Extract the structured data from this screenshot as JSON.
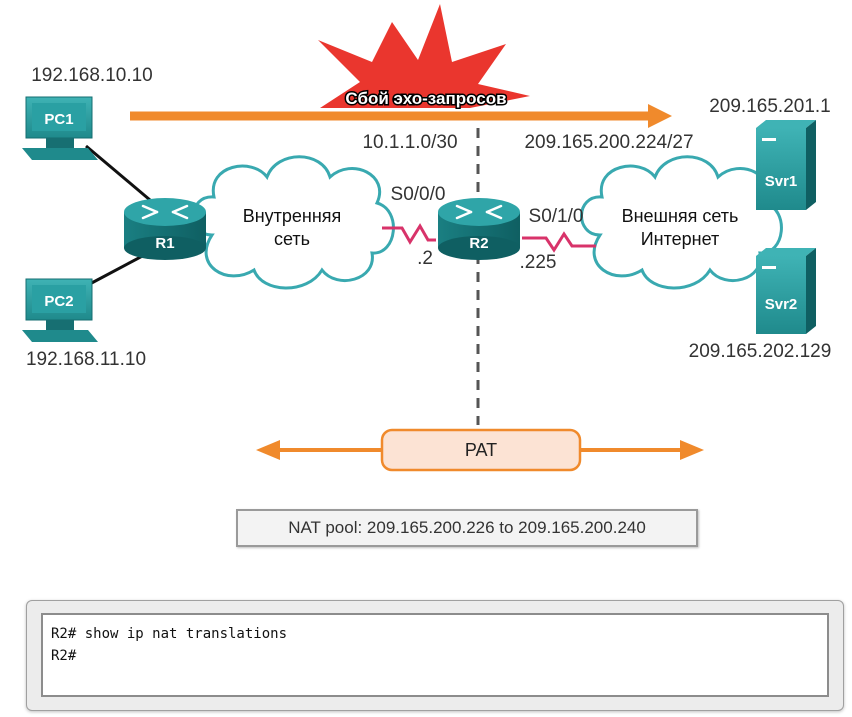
{
  "banner": {
    "text": "Сбой эхо-запросов",
    "arrow_color": "#f08a2c",
    "burst_color": "#e8251c"
  },
  "hosts": {
    "pc1": {
      "name": "PC1",
      "ip": "192.168.10.10"
    },
    "pc2": {
      "name": "PC2",
      "ip": "192.168.11.10"
    }
  },
  "routers": {
    "r1": {
      "name": "R1"
    },
    "r2": {
      "name": "R2"
    }
  },
  "networks": {
    "inside_subnet": "10.1.1.0/30",
    "outside_subnet": "209.165.200.224/27"
  },
  "interfaces": {
    "r2_s000": {
      "name": "S0/0/0",
      "addr": ".2"
    },
    "r2_s010": {
      "name": "S0/1/0",
      "addr": ".225"
    }
  },
  "clouds": {
    "inside": {
      "line1": "Внутренняя",
      "line2": "сеть"
    },
    "outside": {
      "line1": "Внешняя сеть",
      "line2": "Интернет"
    }
  },
  "servers": {
    "svr1": {
      "name": "Svr1",
      "ip": "209.165.201.1"
    },
    "svr2": {
      "name": "Svr2",
      "ip": "209.165.202.129"
    }
  },
  "pat": {
    "label": "PAT"
  },
  "nat_pool": {
    "text": "NAT pool: 209.165.200.226 to 209.165.200.240"
  },
  "console": {
    "lines": [
      "R2# show ip nat translations",
      "R2#"
    ]
  },
  "colors": {
    "device_teal": "#1f8a8c",
    "serial_link": "#d8336a",
    "orange_arrow": "#f08a2c",
    "pat_fill": "#fce3d4"
  }
}
